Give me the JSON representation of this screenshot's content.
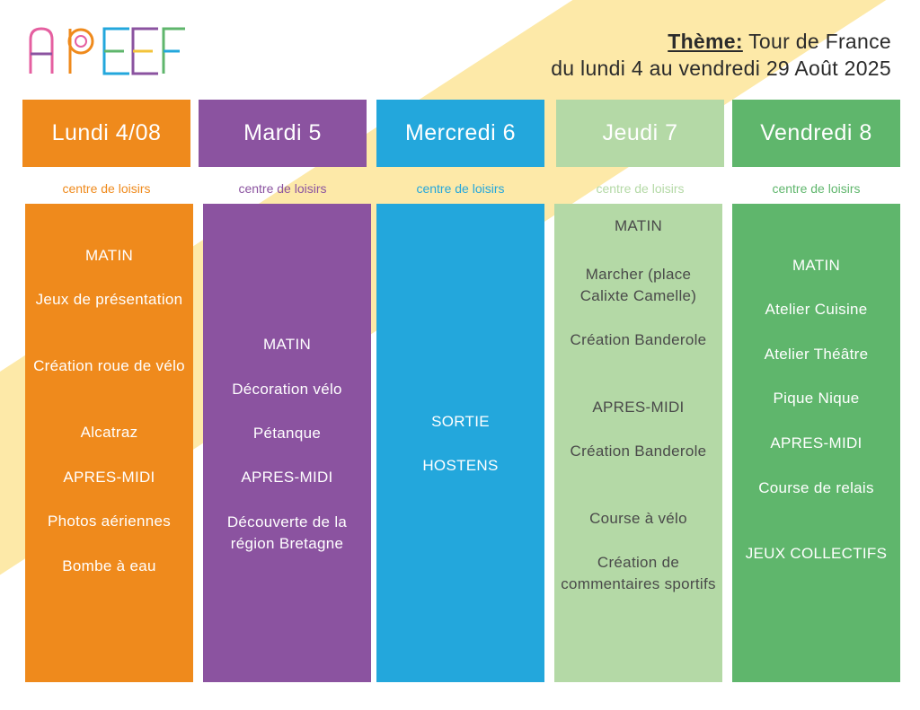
{
  "logo": {
    "text": "APEEF"
  },
  "header": {
    "theme_label": "Thème:",
    "theme_value": " Tour de France",
    "dates": "du lundi 4 au vendredi 29 Août 2025"
  },
  "colors": {
    "orange": "#ef8a1c",
    "purple": "#8b53a0",
    "blue": "#23a7dc",
    "light_green": "#b4d9a6",
    "green": "#5fb66c",
    "stripe": "#fde9a8"
  },
  "days": [
    {
      "title": "Lundi 4/08",
      "subtitle": "centre de loisirs",
      "items": [
        "MATIN",
        "Jeux de présentation",
        "Création roue de vélo",
        "Alcatraz",
        "APRES-MIDI",
        "Photos aériennes",
        "Bombe à eau"
      ]
    },
    {
      "title": "Mardi 5",
      "subtitle": "centre de loisirs",
      "items": [
        "MATIN",
        "Décoration vélo",
        "Pétanque",
        "APRES-MIDI",
        "Découverte de la région Bretagne"
      ]
    },
    {
      "title": "Mercredi 6",
      "subtitle": "centre de loisirs",
      "items": [
        "SORTIE",
        "HOSTENS"
      ]
    },
    {
      "title": "Jeudi 7",
      "subtitle": "centre de loisirs",
      "items": [
        "MATIN",
        "Marcher (place Calixte Camelle)",
        "Création Banderole",
        "APRES-MIDI",
        "Création Banderole",
        "Course à vélo",
        "Création de commentaires sportifs"
      ]
    },
    {
      "title": "Vendredi 8",
      "subtitle": "centre de loisirs",
      "items": [
        "MATIN",
        "Atelier Cuisine",
        "Atelier Théâtre",
        "Pique Nique",
        "APRES-MIDI",
        "Course de relais",
        "JEUX COLLECTIFS"
      ]
    }
  ]
}
